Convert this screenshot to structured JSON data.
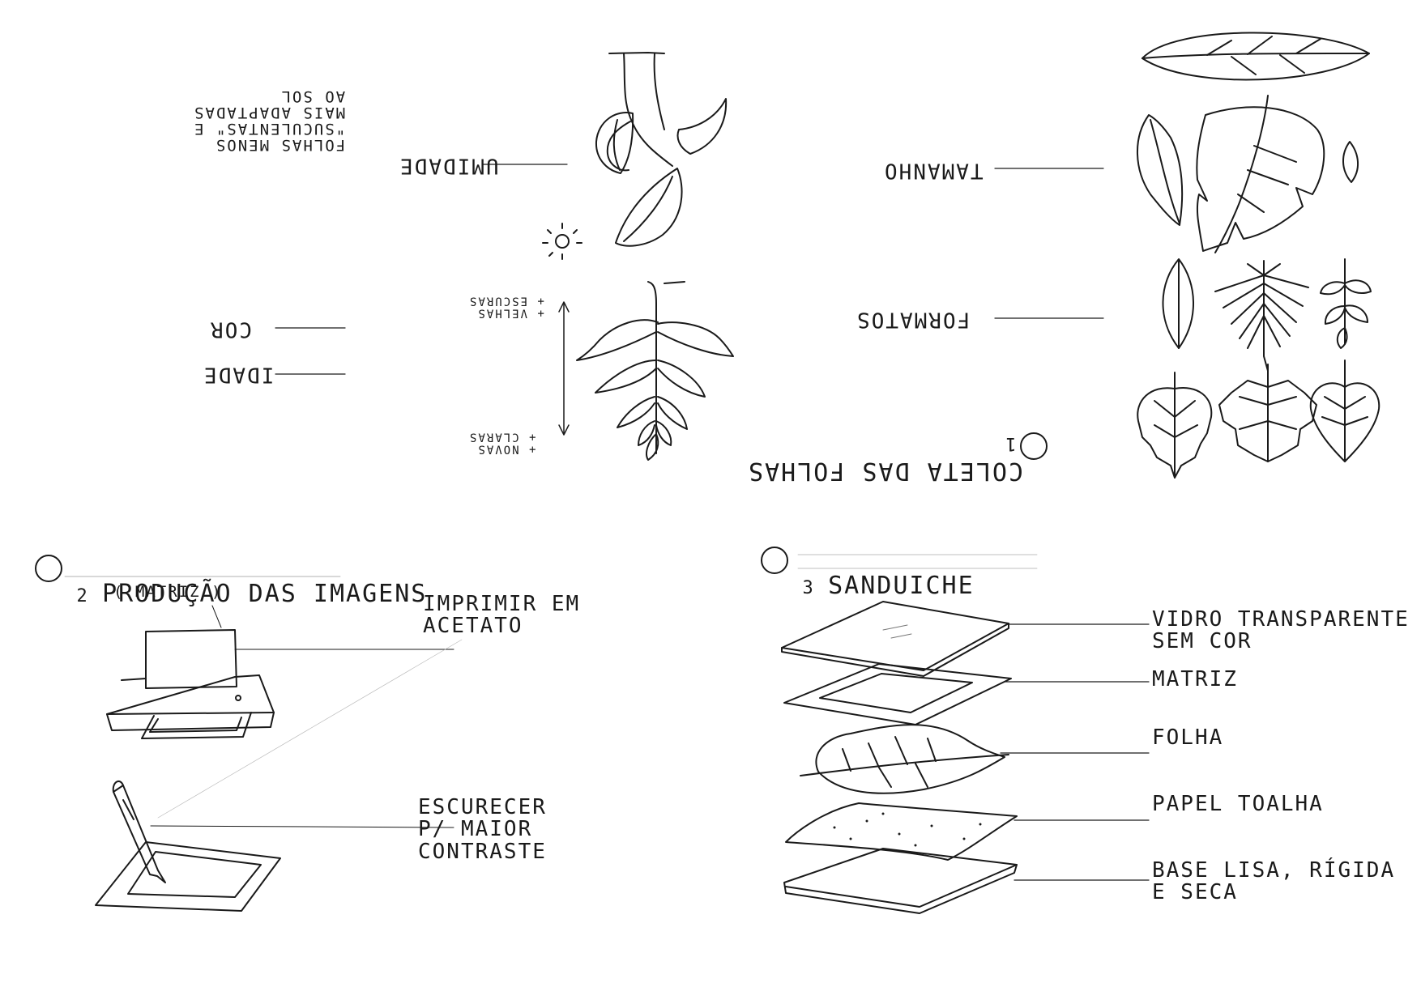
{
  "section1": {
    "number": "1",
    "title": "COLETA DAS FOLHAS",
    "labels": {
      "umidade": "UMIDADE",
      "umidade_note": "FOLHAS MENOS\n\"SUCULENTAS\" E\nMAIS ADAPTADAS\nAO SOL",
      "cor": "COR",
      "idade": "IDADE",
      "velhas": "+ VELHAS\n+ ESCURAS",
      "novas": "+ NOVAS\n+ CLARAS",
      "tamanho": "TAMANHO",
      "formatos": "FORMATOS"
    }
  },
  "section2": {
    "number": "2",
    "title": "PRODUÇÃO DAS IMAGENS",
    "subtitle": "( MATRIZ )",
    "print_label": "IMPRIMIR EM\nACETATO",
    "darken_label": "ESCURECER\nP/ MAIOR\nCONTRASTE"
  },
  "section3": {
    "number": "3",
    "title": "SANDUICHE",
    "layers": [
      "VIDRO TRANSPARENTE\nSEM COR",
      "MATRIZ",
      "FOLHA",
      "PAPEL TOALHA",
      "BASE LISA, RÍGIDA\nE SECA"
    ]
  }
}
